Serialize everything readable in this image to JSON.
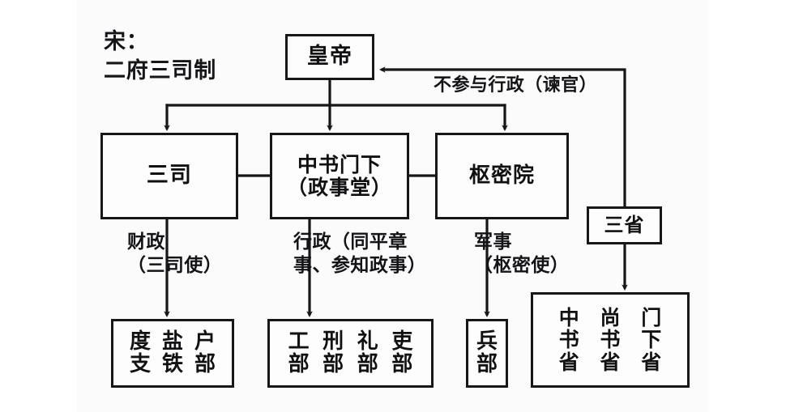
{
  "diagram": {
    "title_lines": [
      "宋：",
      "二府三司制"
    ],
    "nodes": {
      "emperor": "皇帝",
      "sansi": "三司",
      "zhongshu_menxia_line1": "中书门下",
      "zhongshu_menxia_line2": "（政事堂）",
      "shumiyuan": "枢密院",
      "sansheng": "三省"
    },
    "edge_labels": {
      "caizheng_line1": "财政",
      "caizheng_line2": "（三司使）",
      "xingzheng_line1": "行政（同平章",
      "xingzheng_line2": "事、参知政事）",
      "junshi_line1": "军事",
      "junshi_line2": "（枢密使）",
      "bucanyu": "不参与行政（谏官）"
    },
    "bottom_boxes": {
      "sansi_sub": {
        "columns": [
          {
            "top": "度",
            "bottom": "支"
          },
          {
            "top": "盐",
            "bottom": "铁"
          },
          {
            "top": "户",
            "bottom": "部"
          }
        ]
      },
      "liubu": {
        "columns": [
          {
            "top": "工",
            "bottom": "部"
          },
          {
            "top": "刑",
            "bottom": "部"
          },
          {
            "top": "礼",
            "bottom": "部"
          },
          {
            "top": "吏",
            "bottom": "部"
          }
        ]
      },
      "bingbu": {
        "columns": [
          {
            "top": "兵",
            "bottom": "部"
          }
        ]
      },
      "sansheng_sub": {
        "columns": [
          {
            "top": "中",
            "mid": "书",
            "bottom": "省"
          },
          {
            "top": "尚",
            "mid": "书",
            "bottom": "省"
          },
          {
            "top": "门",
            "mid": "下",
            "bottom": "省"
          }
        ]
      }
    },
    "colors": {
      "ink": "#17171a",
      "background": "#ffffff",
      "panel": "#fbfbfc"
    }
  }
}
